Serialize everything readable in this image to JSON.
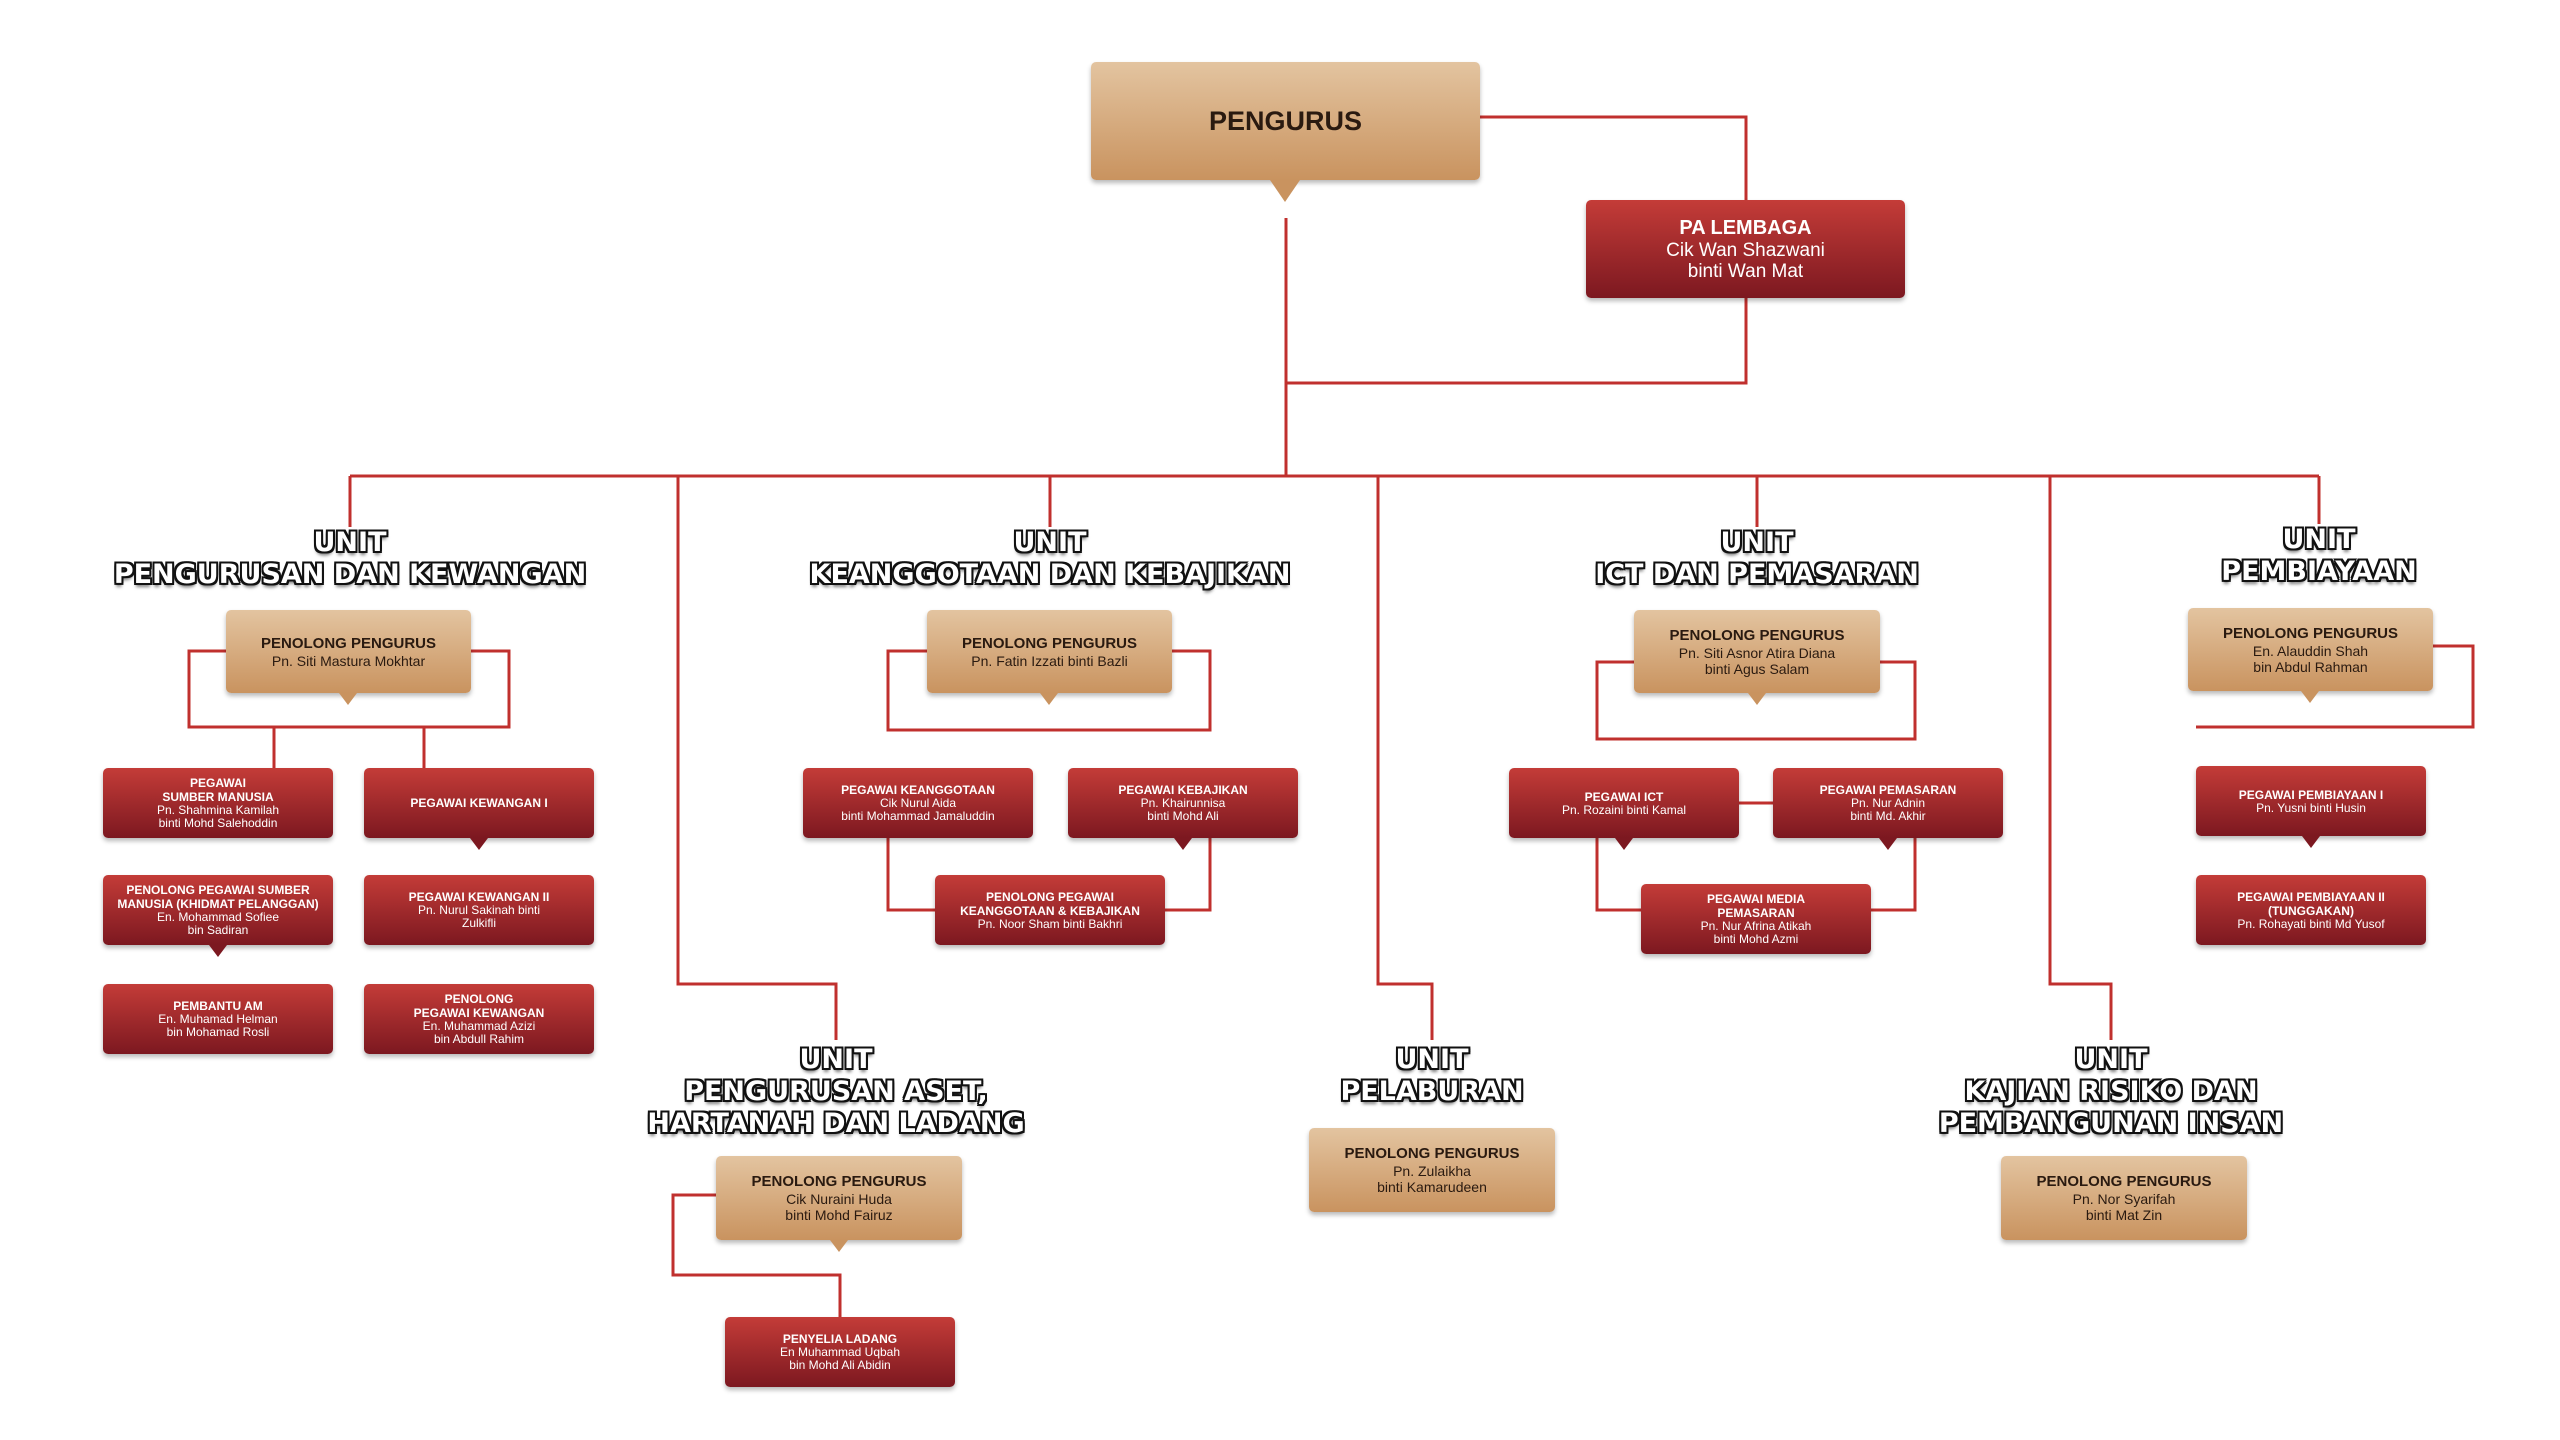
{
  "colors": {
    "line": "#c0302e",
    "red_box": "#a72c2e",
    "tan_box": "#d6a97c"
  },
  "top": {
    "title": "PENGURUS"
  },
  "pa": {
    "title": "PA LEMBAGA",
    "name": "Cik Wan Shazwani\nbinti Wan Mat"
  },
  "units": {
    "pk": {
      "l1": "UNIT",
      "l2": "PENGURUSAN DAN KEWANGAN",
      "l3": ""
    },
    "kk": {
      "l1": "UNIT",
      "l2": "KEANGGOTAAN DAN KEBAJIKAN",
      "l3": ""
    },
    "ict": {
      "l1": "UNIT",
      "l2": "ICT DAN PEMASARAN",
      "l3": ""
    },
    "pb": {
      "l1": "UNIT",
      "l2": "PEMBIAYAAN",
      "l3": ""
    },
    "aset": {
      "l1": "UNIT",
      "l2": "PENGURUSAN ASET,",
      "l3": "HARTANAH DAN LADANG"
    },
    "pel": {
      "l1": "UNIT",
      "l2": "PELABURAN",
      "l3": ""
    },
    "kr": {
      "l1": "UNIT",
      "l2": "KAJIAN RISIKO DAN",
      "l3": "PEMBANGUNAN INSAN"
    }
  },
  "boxes": {
    "pk_pp": {
      "title": "PENOLONG PENGURUS",
      "name": "Pn. Siti Mastura Mokhtar"
    },
    "pk_sm": {
      "title": "PEGAWAI\nSUMBER MANUSIA",
      "name": "Pn. Shahmina Kamilah\nbinti Mohd Salehoddin"
    },
    "pk_kw1": {
      "title": "PEGAWAI KEWANGAN I",
      "name": ""
    },
    "pk_ppsm": {
      "title": "PENOLONG PEGAWAI SUMBER\nMANUSIA (KHIDMAT PELANGGAN)",
      "name": "En. Mohammad Sofiee\nbin Sadiran"
    },
    "pk_kw2": {
      "title": "PEGAWAI KEWANGAN II",
      "name": "Pn. Nurul Sakinah binti\nZulkifli"
    },
    "pk_am": {
      "title": "PEMBANTU AM",
      "name": "En. Muhamad Helman\nbin Mohamad Rosli"
    },
    "pk_ppk": {
      "title": "PENOLONG\nPEGAWAI KEWANGAN",
      "name": "En. Muhammad Azizi\nbin Abdull Rahim"
    },
    "kk_pp": {
      "title": "PENOLONG PENGURUS",
      "name": "Pn. Fatin Izzati binti Bazli"
    },
    "kk_pk": {
      "title": "PEGAWAI KEANGGOTAAN",
      "name": "Cik Nurul Aida\nbinti Mohammad Jamaluddin"
    },
    "kk_pkb": {
      "title": "PEGAWAI KEBAJIKAN",
      "name": "Pn. Khairunnisa\nbinti Mohd Ali"
    },
    "kk_ppkk": {
      "title": "PENOLONG PEGAWAI\nKEANGGOTAAN & KEBAJIKAN",
      "name": "Pn. Noor Sham binti Bakhri"
    },
    "ict_pp": {
      "title": "PENOLONG PENGURUS",
      "name": "Pn. Siti Asnor Atira Diana\nbinti Agus Salam"
    },
    "ict_pi": {
      "title": "PEGAWAI ICT",
      "name": "Pn. Rozaini binti Kamal"
    },
    "ict_pm": {
      "title": "PEGAWAI PEMASARAN",
      "name": "Pn. Nur Adnin\nbinti Md. Akhir"
    },
    "ict_pmp": {
      "title": "PEGAWAI MEDIA\nPEMASARAN",
      "name": "Pn. Nur Afrina Atikah\nbinti Mohd Azmi"
    },
    "pb_pp": {
      "title": "PENOLONG PENGURUS",
      "name": "En. Alauddin Shah\nbin Abdul Rahman"
    },
    "pb_p1": {
      "title": "PEGAWAI PEMBIAYAAN I",
      "name": "Pn. Yusni binti Husin"
    },
    "pb_p2": {
      "title": "PEGAWAI PEMBIAYAAN II\n(TUNGGAKAN)",
      "name": "Pn. Rohayati binti Md Yusof"
    },
    "aset_pp": {
      "title": "PENOLONG PENGURUS",
      "name": "Cik Nuraini Huda\nbinti Mohd Fairuz"
    },
    "aset_pl": {
      "title": "PENYELIA LADANG",
      "name": "En Muhammad Uqbah\nbin Mohd Ali Abidin"
    },
    "pel_pp": {
      "title": "PENOLONG PENGURUS",
      "name": "Pn. Zulaikha\nbinti Kamarudeen"
    },
    "kr_pp": {
      "title": "PENOLONG PENGURUS",
      "name": "Pn. Nor Syarifah\nbinti Mat Zin"
    }
  }
}
